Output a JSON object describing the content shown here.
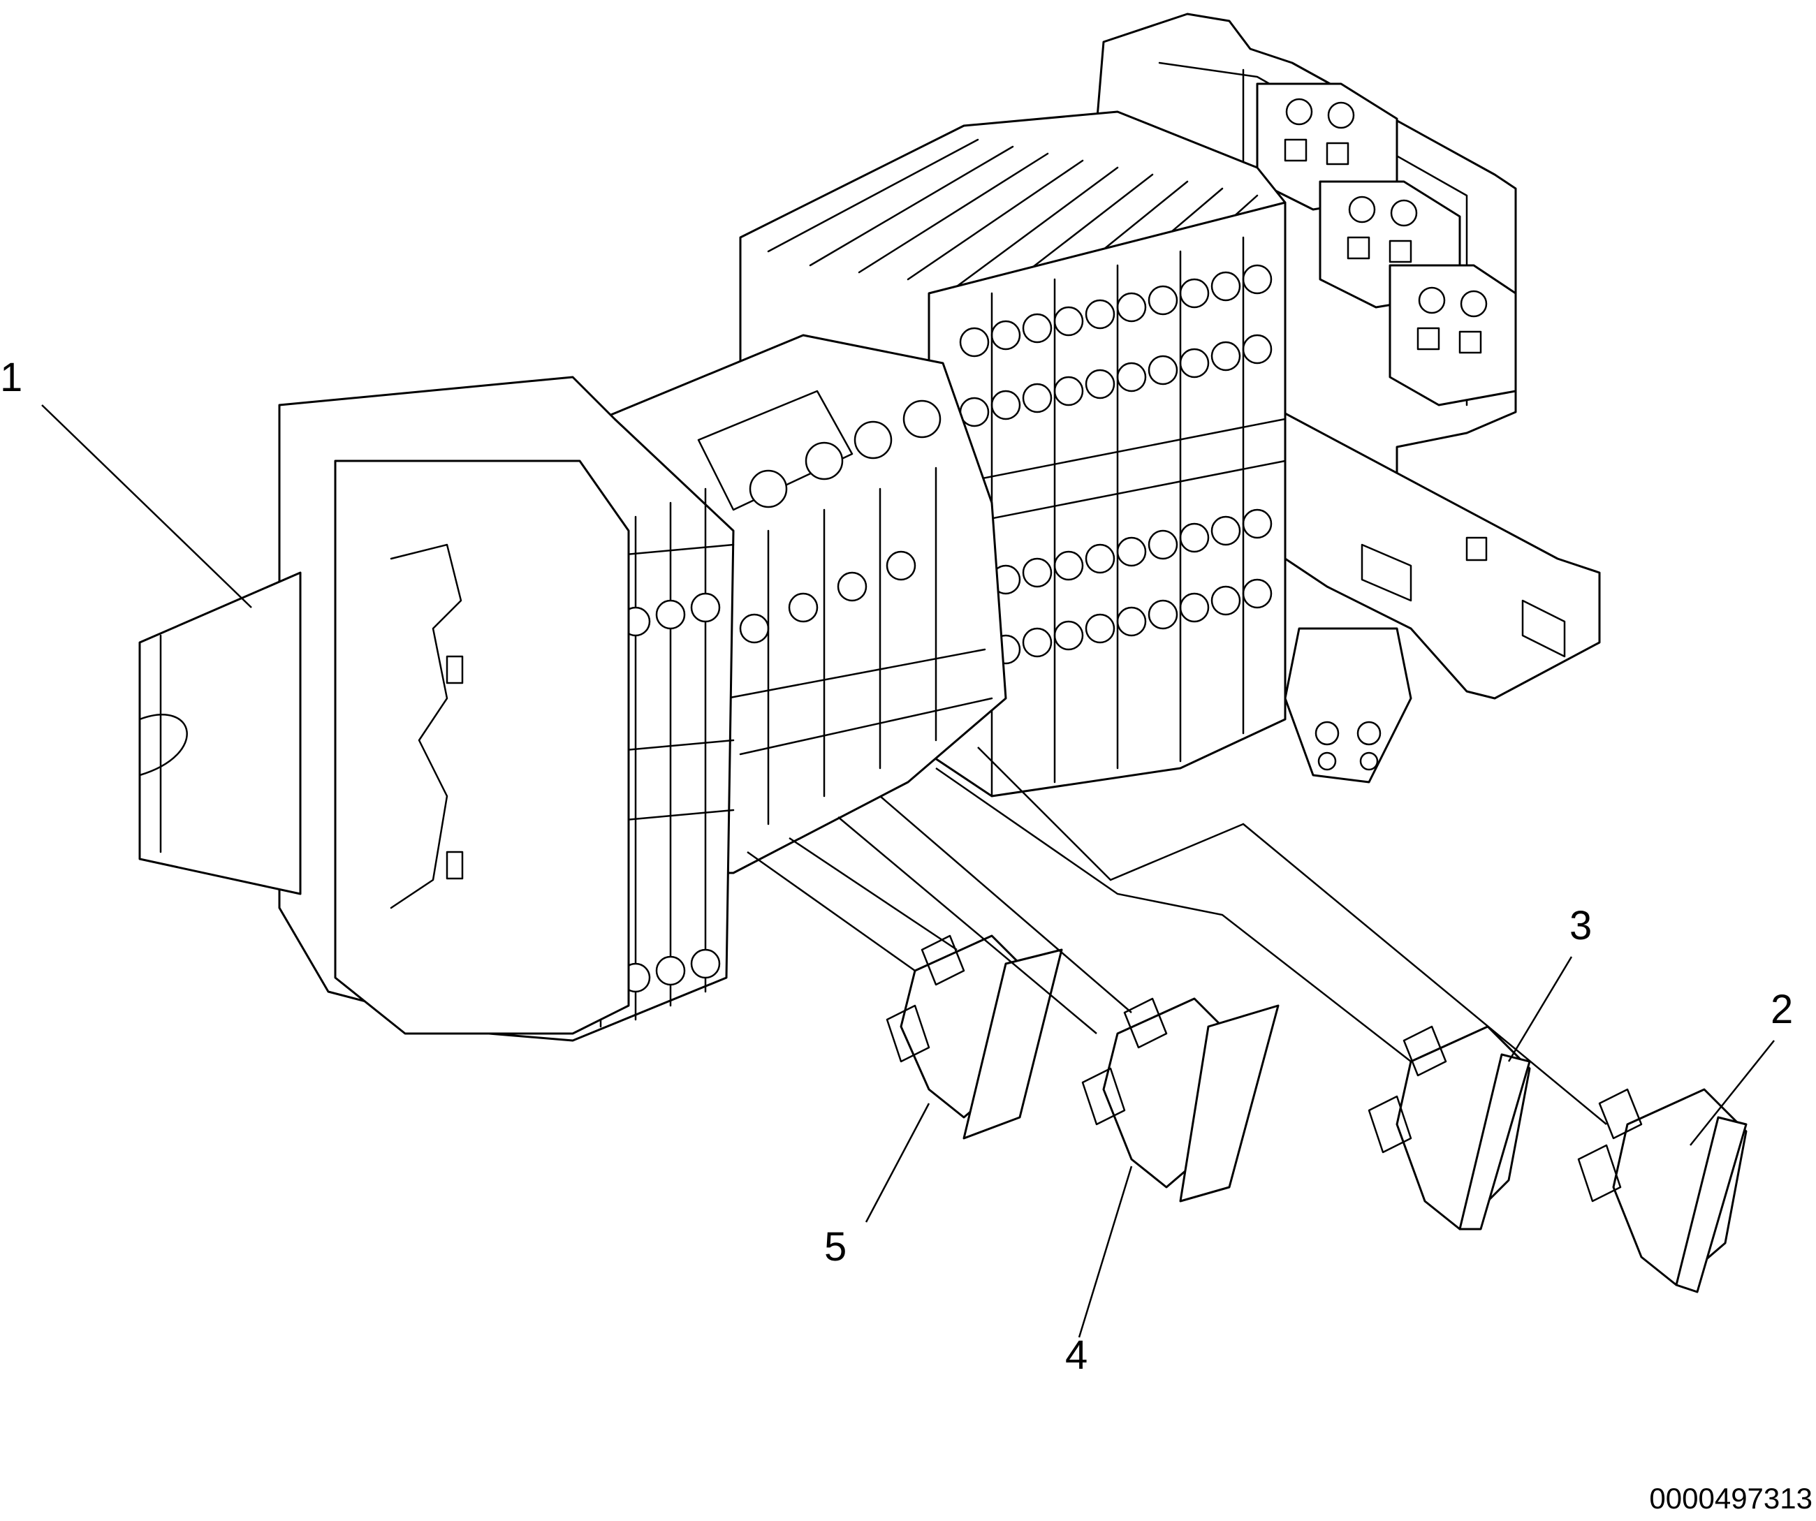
{
  "callouts": [
    {
      "number": "1"
    },
    {
      "number": "2"
    },
    {
      "number": "3"
    },
    {
      "number": "4"
    },
    {
      "number": "5"
    }
  ],
  "document_id": "0000497313"
}
